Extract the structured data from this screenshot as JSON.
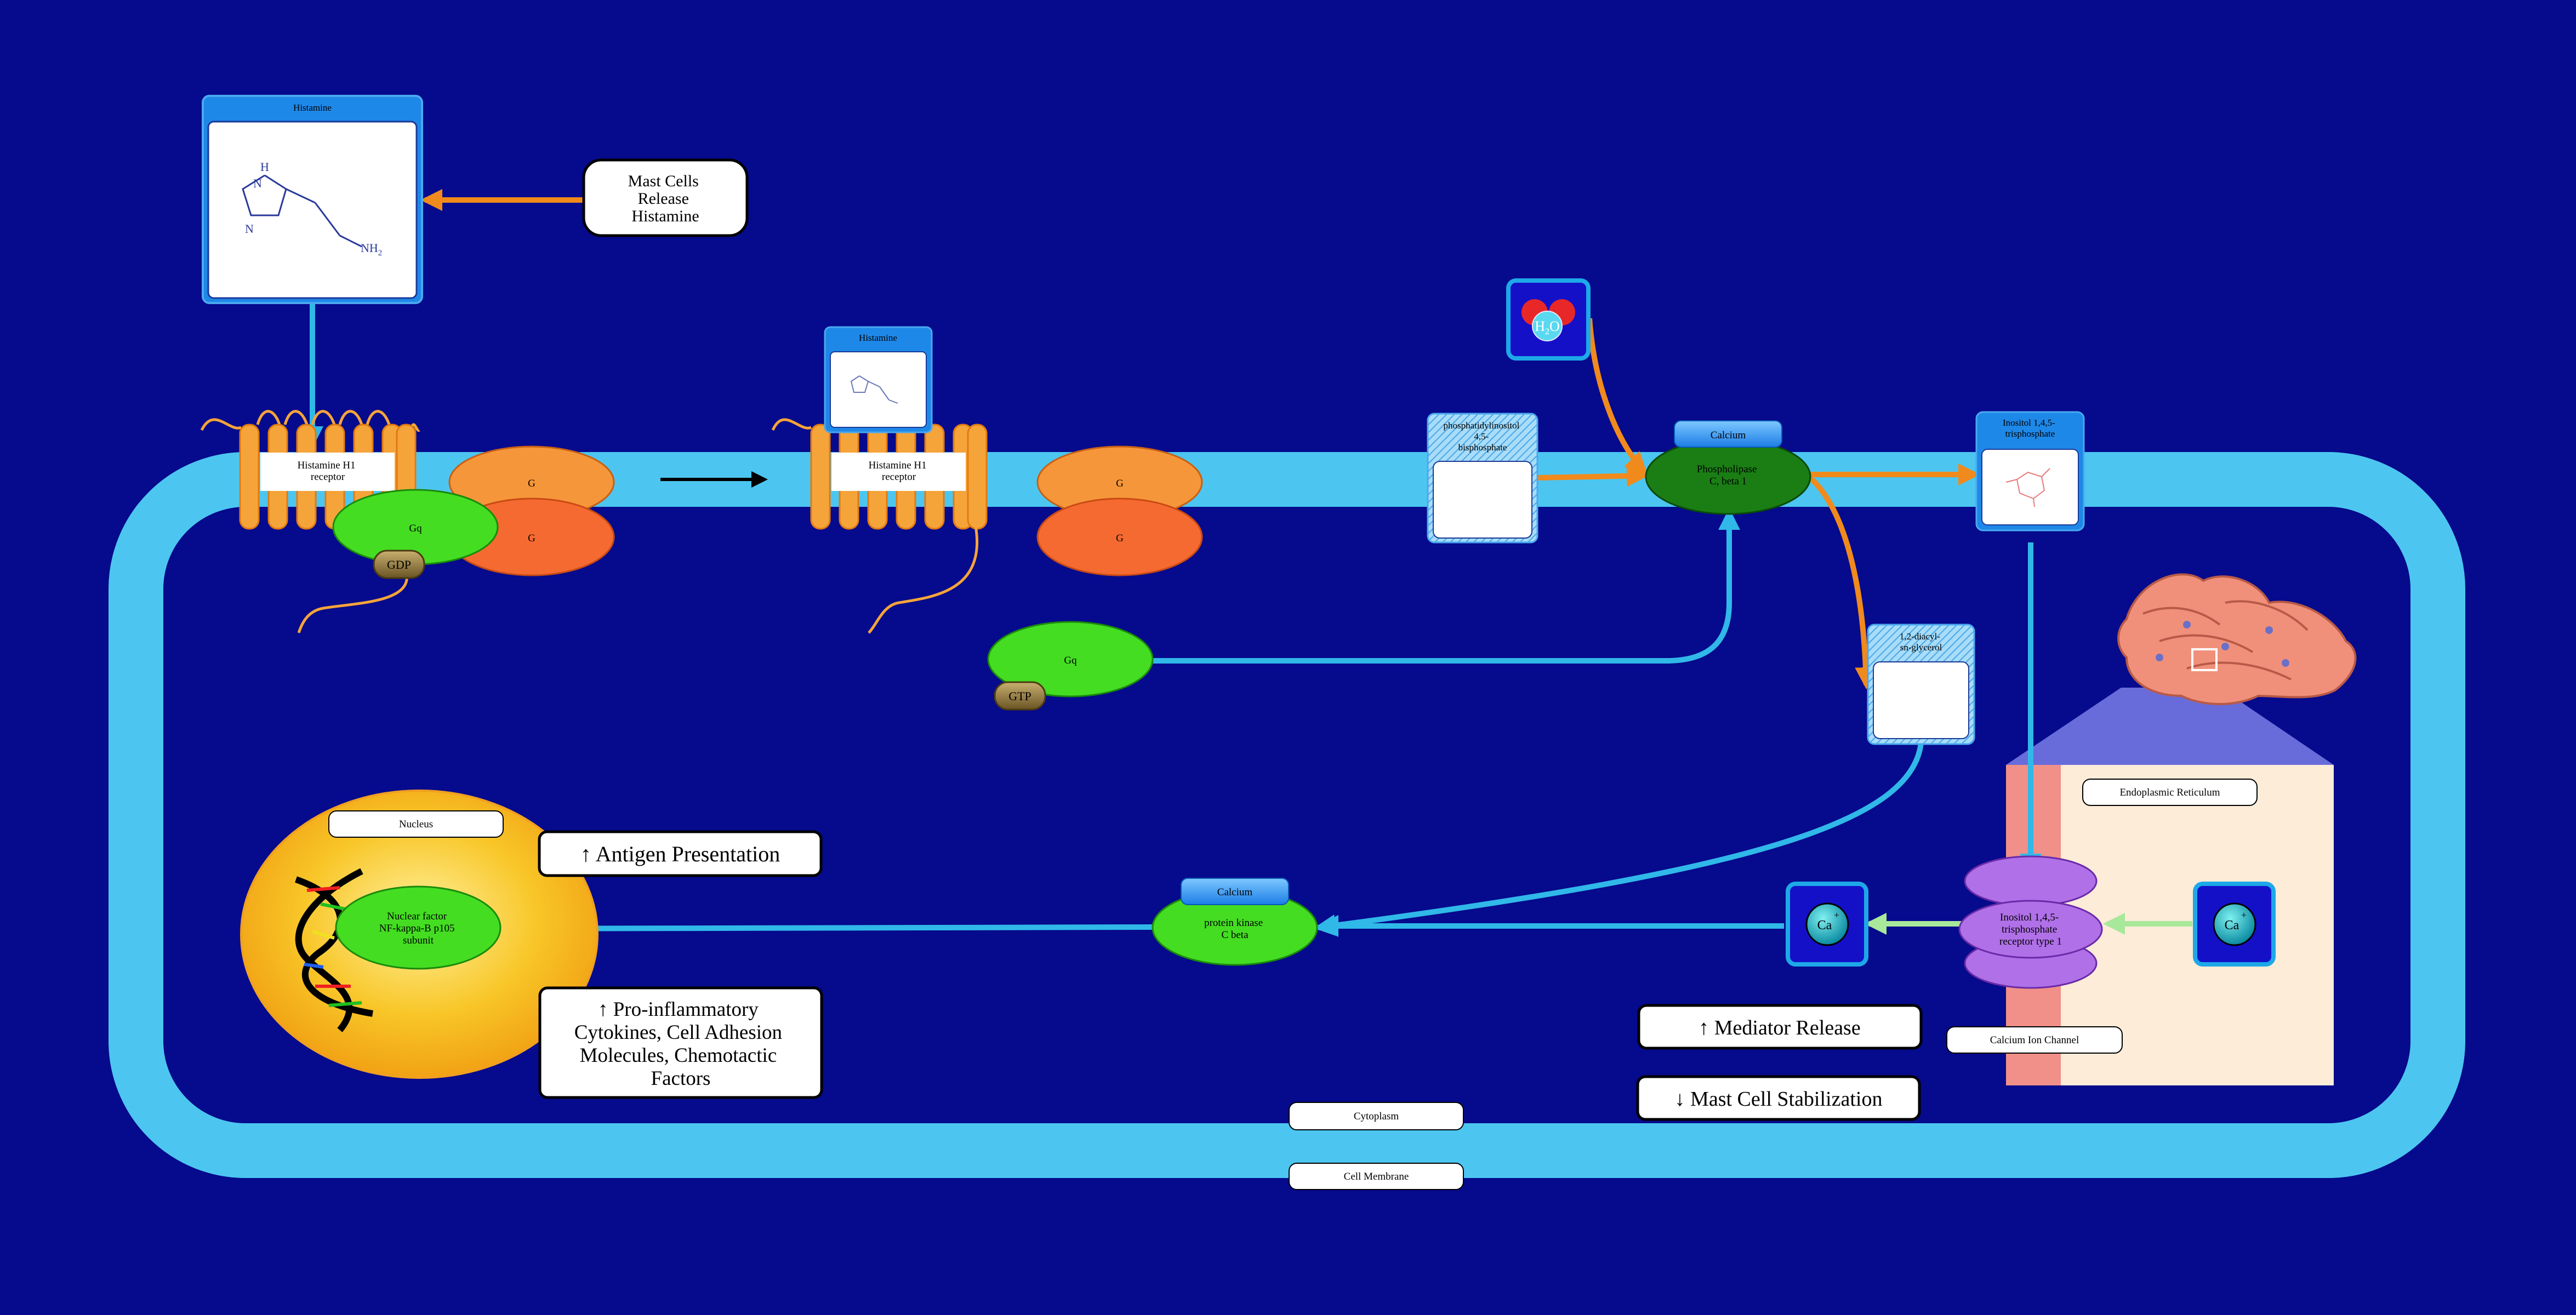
{
  "colors": {
    "background": "#060a8c",
    "membrane": "#4cc6f0",
    "arrow_blue": "#30b8e8",
    "arrow_orange": "#f08a1c",
    "arrow_green": "#a8e89a",
    "gq_green": "#44dd22",
    "g_orange": "#f5963a",
    "g_red": "#f56a30",
    "receptor": "#f5a43a",
    "nucleus": "#f5b820",
    "ip3r": "#b070e8"
  },
  "labels": {
    "histamine_top": "Histamine",
    "histamine_bound": "Histamine",
    "mast_cells": [
      "Mast Cells",
      "Release",
      "Histamine"
    ],
    "receptor_1": [
      "Histamine H1",
      "receptor"
    ],
    "receptor_2": [
      "Histamine H1",
      "receptor"
    ],
    "gq_1": "Gq",
    "gdp": "GDP",
    "g_1a": "G",
    "g_1b": "G",
    "g_2a": "G",
    "g_2b": "G",
    "gq_free": "Gq",
    "gtp": "GTP",
    "pip2": [
      "phosphatidylinositol",
      "4,5-",
      "bisphosphate"
    ],
    "water": "H",
    "water_sub": "2",
    "water_o": "O",
    "calcium_plc": "Calcium",
    "plc": [
      "Phospholipase",
      "C, beta 1"
    ],
    "ip3": [
      "Inositol 1,4,5-",
      "trisphosphate"
    ],
    "dag": [
      "1,2-diacyl-",
      "sn-glycerol"
    ],
    "er": "Endoplasmic Reticulum",
    "ip3r": [
      "Inositol 1,4,5-",
      "trisphosphate",
      "receptor type 1"
    ],
    "calcium_channel": "Calcium Ion Channel",
    "ca_left": "Ca",
    "ca_right": "Ca",
    "ca_charge": "+",
    "calcium_pkc": "Calcium",
    "pkc": [
      "protein kinase",
      "C beta"
    ],
    "nucleus": "Nucleus",
    "nfkb": [
      "Nuclear factor",
      "NF-kappa-B p105",
      "subunit"
    ],
    "antigen": "↑ Antigen Presentation",
    "proinflammatory": [
      "↑ Pro-inflammatory",
      "Cytokines, Cell Adhesion",
      "Molecules, Chemotactic",
      "Factors"
    ],
    "mediator": "↑ Mediator Release",
    "stabilization": "↓ Mast Cell Stabilization",
    "cytoplasm": "Cytoplasm",
    "cell_membrane": "Cell Membrane",
    "nh2": "NH",
    "nh2_sub": "2",
    "atom_n": "N",
    "atom_h": "H"
  }
}
